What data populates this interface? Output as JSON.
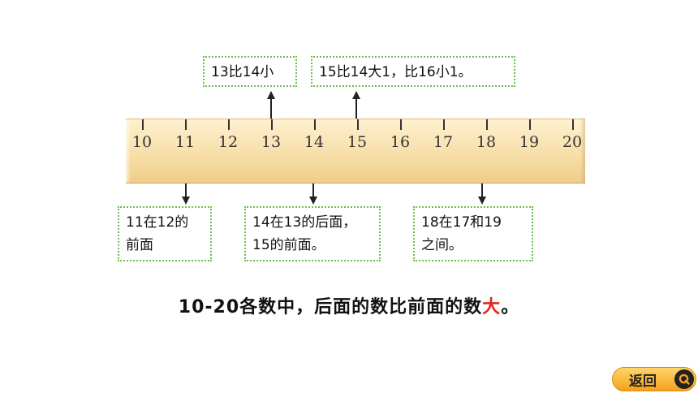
{
  "ruler": {
    "ticks": [
      "10",
      "11",
      "12",
      "13",
      "14",
      "15",
      "16",
      "17",
      "18",
      "19",
      "20"
    ]
  },
  "callouts_top": [
    {
      "text": "13比14小"
    },
    {
      "text": "15比14大1，比16小1。"
    }
  ],
  "callouts_bottom": [
    {
      "line1": "11在12的",
      "line2": "前面"
    },
    {
      "line1": "14在13的后面，",
      "line2": "15的前面。"
    },
    {
      "line1": "18在17和19",
      "line2": "之间。"
    }
  ],
  "conclusion": {
    "before": "10-20各数中，后面的数比前面的数",
    "highlight": "大",
    "after": "。",
    "highlight_color": "#e0281f"
  },
  "back_button": {
    "label": "返回",
    "icon": "search-q-icon"
  },
  "colors": {
    "dotted_border": "#6cbf4a",
    "ruler": "#f7dda6",
    "button": "#f3a21d"
  }
}
